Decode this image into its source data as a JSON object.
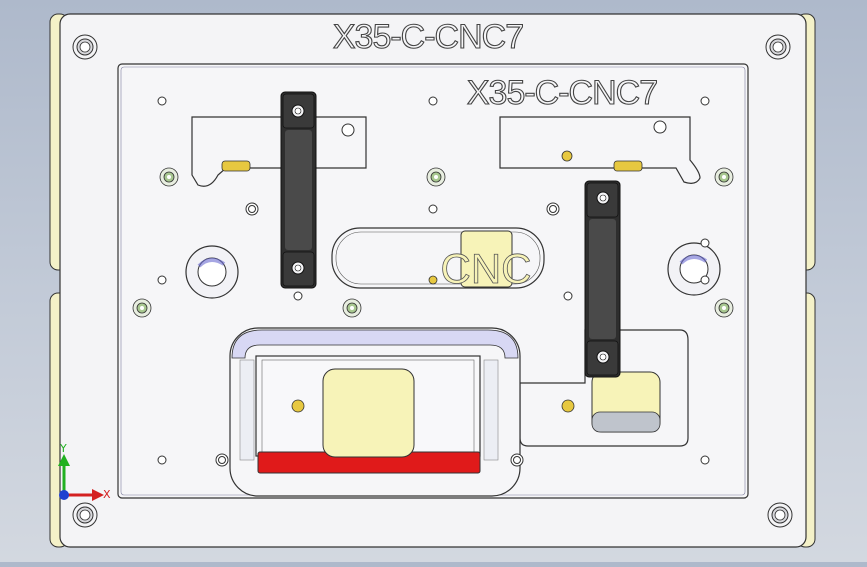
{
  "model": {
    "part_number_top": "X35-C-CNC7",
    "part_number_plate": "X35-C-CNC7",
    "pocket_text": "CNC"
  },
  "triad": {
    "x_label": "X",
    "y_label": "Y"
  },
  "colors": {
    "background": "#b8c2d2",
    "base_plate": "#f4f4f6",
    "side_rails": "#f4f1c8",
    "handles": "#3a3a3a",
    "pocket_fill": "#f7f3b8",
    "locator_pin": "#e7c840",
    "red_strip": "#e01a1a",
    "frame_highlight": "#d8d8f4",
    "green_fasteners": "#a8c890",
    "axis_x": "#d42020",
    "axis_y": "#20b020",
    "axis_z": "#2040d0"
  }
}
